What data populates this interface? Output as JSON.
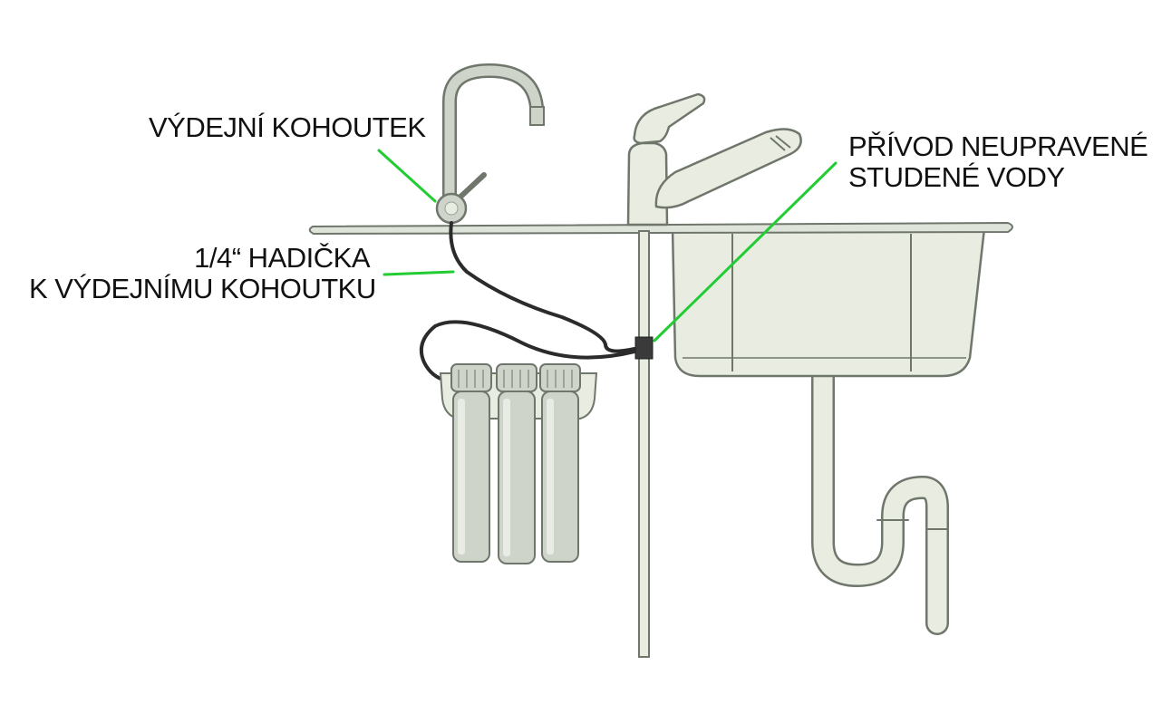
{
  "labels": {
    "dispensing_faucet": "VÝDEJNÍ KOHOUTEK",
    "tube_line1": "1/4“ HADIČKA",
    "tube_line2": "K VÝDEJNÍMU KOHOUTKU",
    "supply_line1": "PŘÍVOD NEUPRAVENÉ",
    "supply_line2": "STUDENÉ VODY"
  },
  "colors": {
    "leader_line": "#22cc33",
    "outline": "#6f766b",
    "fixture_fill": "#e9ede1",
    "metal_fill": "#cfd4cb",
    "tube": "#2b2b2b",
    "text": "#111111"
  }
}
